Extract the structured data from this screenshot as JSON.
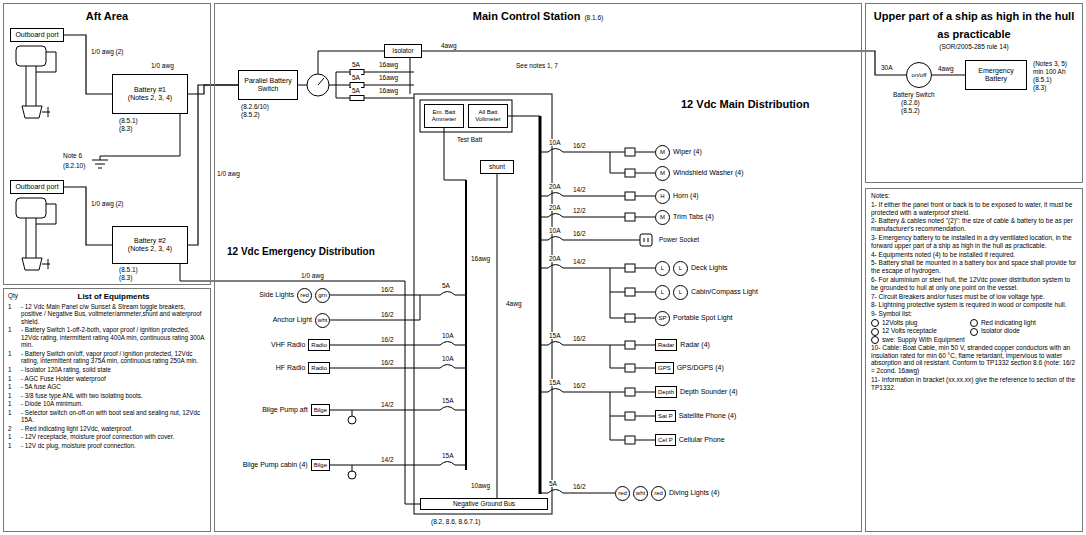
{
  "diagram": {
    "nodes": [
      {
        "text": [
          "Aft Area"
        ]
      },
      {
        "text": [
          "Outboard port"
        ],
        "in": 0
      },
      {
        "text": [
          "Battery #1",
          "(Notes 2, 3, 4)"
        ],
        "in": 0
      },
      {
        "text": [
          "Outboard port"
        ],
        "in": 0
      },
      {
        "text": [
          "Battery #2",
          "(Notes 2, 3, 4)"
        ],
        "in": 0
      },
      {
        "text": [
          "List of Equipments"
        ]
      },
      {
        "text": [
          "Main Control Station",
          "(8.1.6)"
        ]
      },
      {
        "text": [
          "Parallel Battery Switch"
        ],
        "in": 6
      },
      {
        "text": [
          "Isolator"
        ],
        "in": 6
      },
      {
        "text": [
          "Em. Batt",
          "Ammeter"
        ],
        "in": 6
      },
      {
        "text": [
          "All Batt",
          "Voltmeter"
        ],
        "in": 6
      },
      {
        "text": [
          "shunt"
        ],
        "in": 6
      },
      {
        "text": [
          "Side Lights",
          "red",
          "grn"
        ],
        "in": 6
      },
      {
        "text": [
          "Anchor Light",
          "wht"
        ],
        "in": 6
      },
      {
        "text": [
          "VHF Radio",
          "Radio"
        ],
        "in": 6
      },
      {
        "text": [
          "HF Radio",
          "Radio"
        ],
        "in": 6
      },
      {
        "text": [
          "Bilge Pump aft",
          "Bilge"
        ],
        "in": 6
      },
      {
        "text": [
          "Bilge Pump cabin (4)",
          "Bilge"
        ],
        "in": 6
      },
      {
        "text": [
          "M",
          "Wiper (4)"
        ],
        "in": 6
      },
      {
        "text": [
          "M",
          "Windshield Washer (4)"
        ],
        "in": 6
      },
      {
        "text": [
          "H",
          "Horn (4)"
        ],
        "in": 6
      },
      {
        "text": [
          "M",
          "Trim Tabs (4)"
        ],
        "in": 6
      },
      {
        "text": [
          "L",
          "L",
          "Deck Lights"
        ],
        "in": 6
      },
      {
        "text": [
          "L",
          "L",
          "Cabin/Compass Light"
        ],
        "in": 6
      },
      {
        "text": [
          "SP",
          "Portable Spot Light"
        ],
        "in": 6
      },
      {
        "text": [
          "Radar",
          "Radar (4)"
        ],
        "in": 6
      },
      {
        "text": [
          "GPS",
          "GPS/DGPS (4)"
        ],
        "in": 6
      },
      {
        "text": [
          "Depth",
          "Depth Sounder (4)"
        ],
        "in": 6
      },
      {
        "text": [
          "Sat P",
          "Satellite Phone (4)"
        ],
        "in": 6
      },
      {
        "text": [
          "Cel P",
          "Cellular Phone"
        ],
        "in": 6
      },
      {
        "text": [
          "red",
          "wht",
          "red",
          "Diving Lights (4)"
        ],
        "in": 6
      },
      {
        "text": [
          "Negative Ground Bus"
        ],
        "in": 6
      },
      {
        "text": [
          "Upper part of a ship as high in the hull as practicable",
          "(SOR/2005-285 rule 14)"
        ]
      },
      {
        "text": [
          "on/off"
        ],
        "in": 32
      },
      {
        "text": [
          "Emergency Battery"
        ],
        "in": 32
      },
      {
        "text": [
          "Notes:"
        ]
      }
    ],
    "edges": [
      {
        "from": 1,
        "to": 2,
        "arrow": "none"
      },
      {
        "from": 3,
        "to": 4,
        "arrow": "none"
      },
      {
        "from": 2,
        "to": 7,
        "arrow": "none"
      },
      {
        "from": 4,
        "to": 7,
        "arrow": "none"
      },
      {
        "from": 8,
        "to": 33,
        "arrow": "none"
      },
      {
        "from": 33,
        "to": 34,
        "arrow": "none"
      }
    ],
    "labels": [
      "1/0 awg (2)",
      "1/0 awg (2)",
      "Note 6",
      "(8.2.10)",
      "(8.5.1)",
      "(8.3)",
      "(8.5.1)",
      "(8.3)",
      "1/0 awg",
      "1/0 awg",
      "1/0 awg",
      "(8.2.6/10)",
      "(8.5.2)",
      "5A",
      "5A",
      "5A",
      "16awg",
      "16awg",
      "16awg",
      "4awg",
      "See notes 1, 7",
      "Test Batt",
      "16awg",
      "4awg",
      "10awg",
      "(8.2, 8.6, 8.6.7.1)",
      "12 Vdc Emergency Distribution",
      "16/2",
      "16/2",
      "16/2",
      "14/2",
      "14/2",
      "16/2",
      "5A",
      "10A",
      "10A",
      "15A",
      "15A",
      "12 Vdc Main Distribution",
      "10A",
      "20A",
      "20A",
      "10A",
      "20A",
      "15A",
      "15A",
      "5A",
      "16/2",
      "14/2",
      "12/2",
      "16/2",
      "14/2",
      "16/2",
      "16/2",
      "16/2",
      "Power Socket",
      "30A",
      "4awg",
      "Battery Switch",
      "(8.2.6)",
      "(8.5.2)",
      "(Notes 3, 5)",
      "min 100 Ah",
      "(8.5.1)",
      "(8.3)",
      "Qty",
      "1",
      "- 12 Vdc Main Panel c/w Sunset & Stream toggle breakers, positive / Negative Bus, voltmeter/ammeter,shunt and waterproof shield.",
      "1",
      "- Battery Switch 1-off-2-both, vapor proof / ignition protected, 12Vdc rating, intermittent rating 400A min, continuous rating 300A min.",
      "1",
      "- Battery Switch on/off, vapor proof / ignition protected, 12Vdc rating, intermittent rating 375A min, continuous rating 250A min.",
      "1",
      "- Isolator 120A rating, solid state",
      "1",
      "- AGC Fuse Holder waterproof",
      "1",
      "- 5A fuse AGC",
      "1",
      "- 3/8 fuse type ANL with two isolating boots.",
      "1",
      "- Diode 10A minimum.",
      "1",
      "- Selector switch on-off-on with boot seal and sealing nut, 12Vdc 15A.",
      "2",
      "- Red indicating light 12Vdc, waterproof.",
      "1",
      "- 12V receptacle, moisture proof connection with cover.",
      "1",
      "- 12V dc plug, moisture proof connection.",
      "1- If either the panel front or back is to be exposed to water, it must be protected with a waterproof shield.",
      "2- Battery & cables noted \"(2)\": the size of cable & battery to be as per manufacturer's recommendation.",
      "3- Emergency battery to be installed in a dry ventilated location, in the forward upper part of a ship as high in the hull as practicable.",
      "4- Equipments noted (4) to be installed if required.",
      "5- Battery shall be mounted in a battery box and space shall provide for the escape of hydrogen.",
      "6- For aluminium or steel hull, the 12Vdc power distribution system to be grounded to hull at only one point on the vessel.",
      "7- Circuit Breakers and/or fuses must be of low voltage type.",
      "8- Lightning protective system is required in wood or composite hull.",
      "9- Symbol list:",
      "12Volts plug",
      "Red indicating light",
      "12 Volts receptacle",
      "Isolator diode",
      "swe: Supply With Equipment",
      "10- Cable: Boat Cable, min 50 V, stranded copper conductors with an insulation rated for min 60 °C, flame retardant, impervious to water absorption and oil resistant. Conform to TP1332 section 8.6 (note: 16/2 = 2cond. 16awg)",
      "11- Information in bracket (xx.xx.xx) give the reference to section of the TP1332."
    ]
  }
}
